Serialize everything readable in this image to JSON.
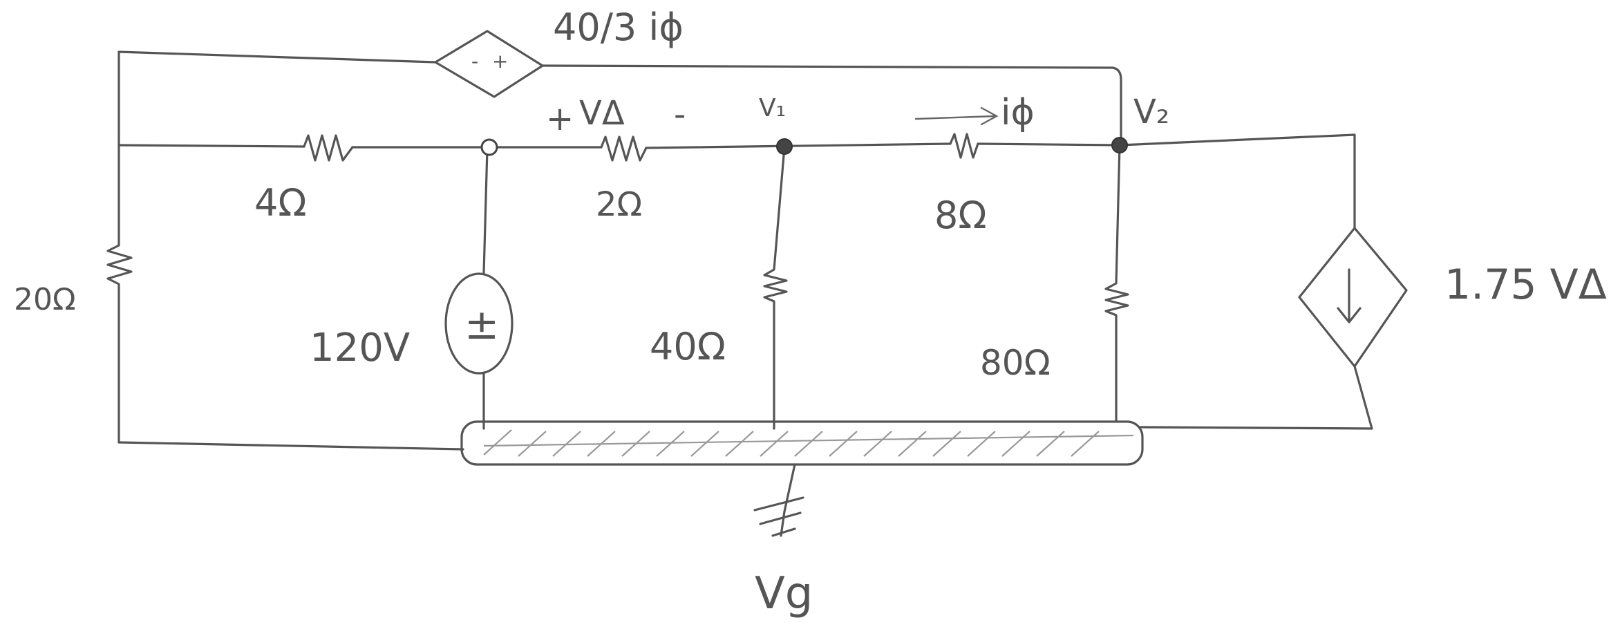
{
  "labels": {
    "dep_voltage_source": "40/3 iϕ",
    "v_delta_plus": "+",
    "v_delta": "VΔ",
    "v_delta_minus": "-",
    "node_v1": "V₁",
    "node_v2": "V₂",
    "current_i_phi": "iϕ",
    "r_4": "4Ω",
    "r_2": "2Ω",
    "r_8": "8Ω",
    "r_20": "20Ω",
    "r_40": "40Ω",
    "r_80": "80Ω",
    "source_120v": "120V",
    "dep_current_source": "1.75 VΔ",
    "ground_node": "Vg"
  },
  "colors": {
    "ink": "#555555",
    "ground_hatch": "#999999",
    "background": "#ffffff"
  }
}
